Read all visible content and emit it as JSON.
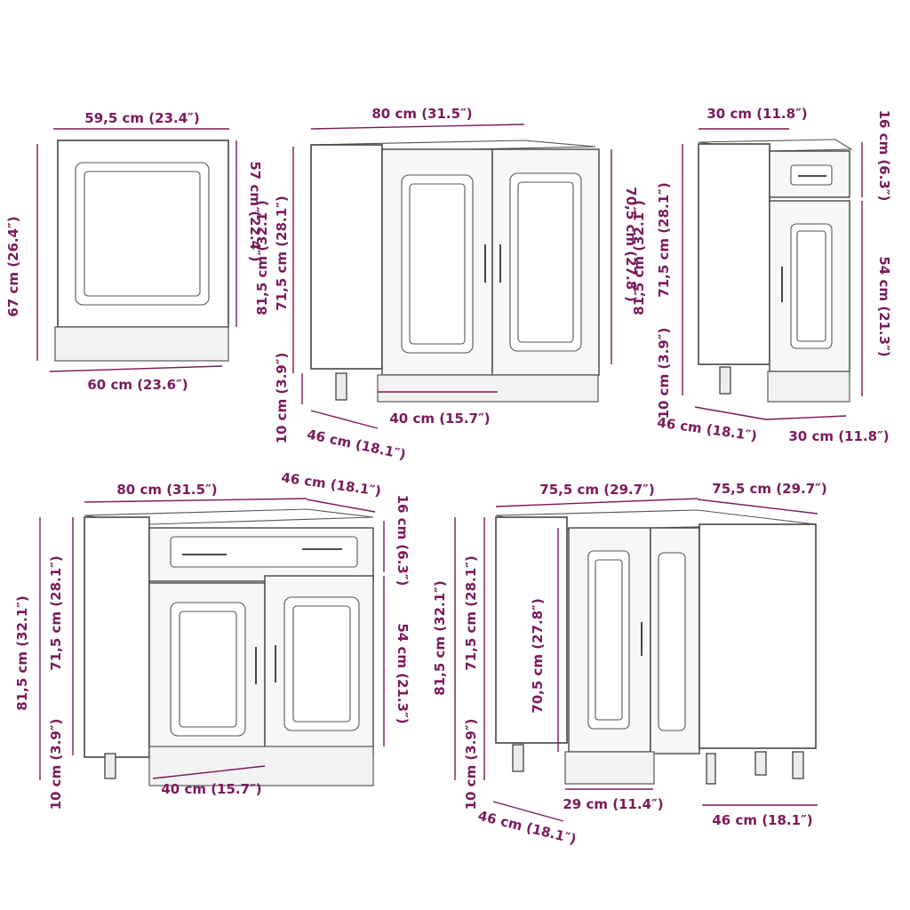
{
  "colors": {
    "dimension": "#7a1a5a",
    "outline": "#444444",
    "background": "#ffffff"
  },
  "panels": {
    "door_panel": {
      "width_top": "59,5 cm (23.4″)",
      "width_bottom": "60 cm (23.6″)",
      "height_total": "67 cm (26.4″)",
      "height_door": "57 cm (22.4″)"
    },
    "sink_cabinet": {
      "width": "80 cm (31.5″)",
      "door_height": "70,5 cm (27.8″)",
      "height_total": "81,5 cm (32.1″)",
      "height_body": "71,5 cm (28.1″)",
      "leg_height": "10 cm (3.9″)",
      "depth": "46 cm (18.1″)",
      "plinth_width": "40 cm (15.7″)"
    },
    "narrow_cabinet": {
      "width": "30 cm (11.8″)",
      "drawer_height": "16 cm (6.3″)",
      "door_height": "54 cm (21.3″)",
      "height_total": "81,5 cm (32.1″)",
      "height_body": "71,5 cm (28.1″)",
      "leg_height": "10 cm (3.9″)",
      "depth": "46 cm (18.1″)",
      "base_width": "30 cm (11.8″)"
    },
    "drawer_cabinet": {
      "width": "80 cm (31.5″)",
      "depth": "46 cm (18.1″)",
      "drawer_height": "16 cm (6.3″)",
      "door_height": "54 cm (21.3″)",
      "height_total": "81,5 cm (32.1″)",
      "height_body": "71,5 cm (28.1″)",
      "leg_height": "10 cm (3.9″)",
      "plinth_width": "40 cm (15.7″)"
    },
    "corner_cabinet": {
      "width_front": "75,5 cm (29.7″)",
      "width_side": "75,5 cm (29.7″)",
      "height_total": "81,5 cm (32.1″)",
      "height_body": "71,5 cm (28.1″)",
      "door_height": "70,5 cm (27.8″)",
      "leg_height": "10 cm (3.9″)",
      "plinth_width": "29 cm (11.4″)",
      "depth_left": "46 cm (18.1″)",
      "depth_right": "46 cm (18.1″)"
    }
  }
}
